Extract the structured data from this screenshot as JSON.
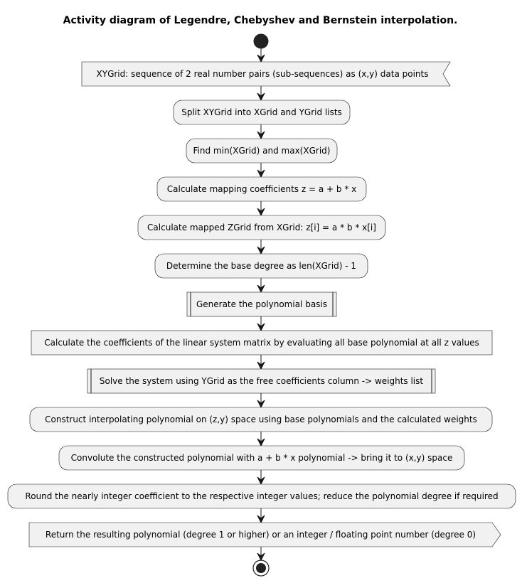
{
  "title": "Activity diagram of Legendre, Chebyshev and Bernstein interpolation.",
  "colors": {
    "node_fill": "#F1F1F1",
    "stroke": "#181818",
    "start_fill": "#222222"
  },
  "nodes": [
    {
      "id": "start",
      "kind": "start",
      "text": ""
    },
    {
      "id": "input",
      "kind": "input",
      "text": "XYGrid: sequence of 2 real number pairs (sub-sequences) as (x,y) data points"
    },
    {
      "id": "split",
      "kind": "action",
      "text": "Split XYGrid into XGrid and YGrid lists"
    },
    {
      "id": "minmax",
      "kind": "action",
      "text": "Find min(XGrid) and max(XGrid)"
    },
    {
      "id": "mapping",
      "kind": "action",
      "text": "Calculate mapping coefficients z = a + b * x"
    },
    {
      "id": "zgrid",
      "kind": "action",
      "text": "Calculate mapped ZGrid from XGrid: z[i] = a * b * x[i]"
    },
    {
      "id": "degree",
      "kind": "action",
      "text": "Determine the base degree as len(XGrid) - 1"
    },
    {
      "id": "basis",
      "kind": "subprocess",
      "text": "Generate the polynomial basis"
    },
    {
      "id": "matrix",
      "kind": "box",
      "text": "Calculate the coefficients of the linear system matrix by evaluating all base polynomial at all z values"
    },
    {
      "id": "solve",
      "kind": "subprocess",
      "text": "Solve the system using YGrid as the free coefficients column -> weights list"
    },
    {
      "id": "construct",
      "kind": "action",
      "text": "Construct interpolating polynomial on (z,y) space using base polynomials and the calculated weights"
    },
    {
      "id": "convolute",
      "kind": "action",
      "text": "Convolute the constructed polynomial with a + b * x polynomial -> bring it to (x,y) space"
    },
    {
      "id": "round",
      "kind": "action",
      "text": "Round the nearly integer coefficient to the respective integer values; reduce the polynomial degree if required"
    },
    {
      "id": "output",
      "kind": "output",
      "text": "Return the resulting polynomial (degree 1 or higher) or an integer / floating point number (degree 0)"
    },
    {
      "id": "stop",
      "kind": "stop",
      "text": ""
    }
  ]
}
